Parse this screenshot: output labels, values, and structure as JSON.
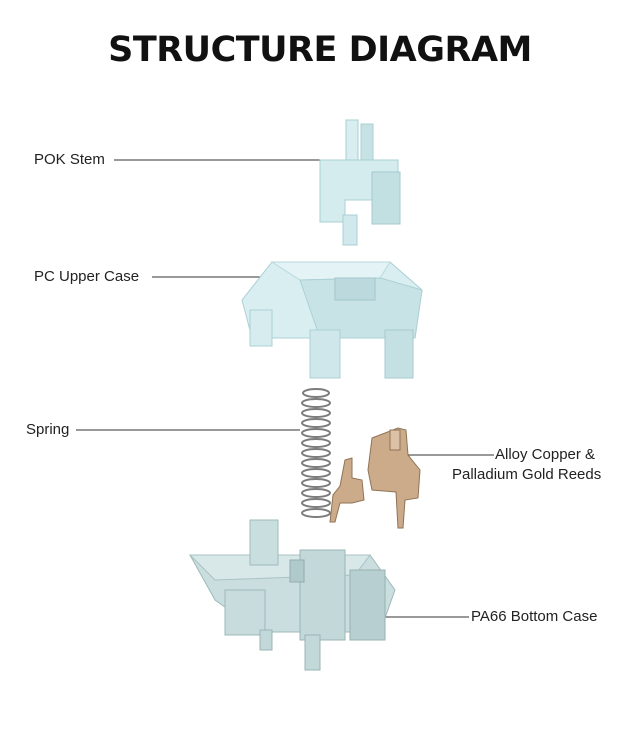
{
  "title": "STRUCTURE DIAGRAM",
  "parts": {
    "stem": {
      "label": "POK Stem"
    },
    "upper_case": {
      "label": "PC Upper Case"
    },
    "spring": {
      "label": "Spring"
    },
    "reeds": {
      "label_line1": "Alloy Copper &",
      "label_line2": "Palladium Gold Reeds"
    },
    "bottom_case": {
      "label": "PA66 Bottom Case"
    }
  },
  "colors": {
    "housing": "#cfe8ea",
    "housing_shade": "#b3d4d7",
    "bottom": "#c8dcdc",
    "bottom_shade": "#a9c2c2",
    "metal": "#c9a98a",
    "spring": "#8a8a8a"
  }
}
